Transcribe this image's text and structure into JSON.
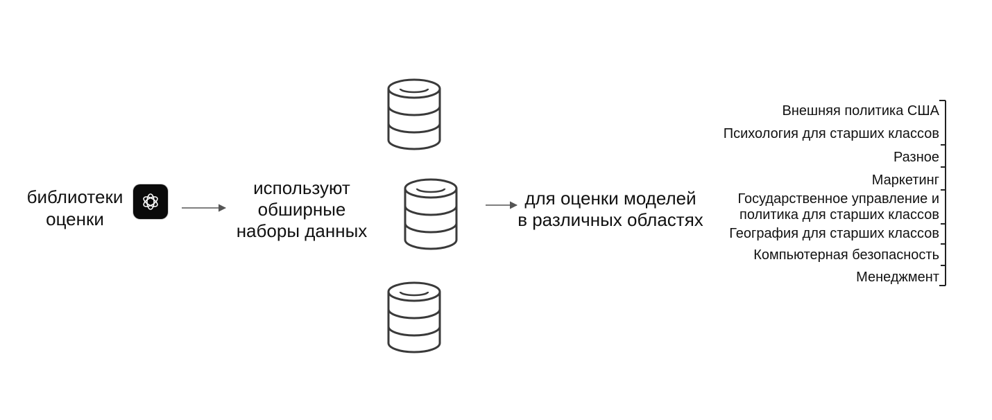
{
  "source": {
    "lines": [
      "библиотеки",
      "оценки"
    ],
    "logo_icon": "openai-logo-icon"
  },
  "middle": {
    "lines": [
      "используют",
      "обширные",
      "наборы данных"
    ],
    "database_icon": "database-icon",
    "database_count": 3
  },
  "output": {
    "lines": [
      "для оценки моделей",
      "в различных областях"
    ]
  },
  "domains": [
    {
      "lines": [
        "Внешняя политика США"
      ]
    },
    {
      "lines": [
        "Психология для старших классов"
      ]
    },
    {
      "lines": [
        "Разное"
      ]
    },
    {
      "lines": [
        "Маркетинг"
      ]
    },
    {
      "lines": [
        "Государственное управление и",
        "политика для старших классов"
      ]
    },
    {
      "lines": [
        "География для старших классов"
      ]
    },
    {
      "lines": [
        "Компьютерная безопасность"
      ]
    },
    {
      "lines": [
        "Менеджмент"
      ]
    }
  ],
  "colors": {
    "text": "#111111",
    "arrow": "#555555",
    "icon_stroke": "#3a3a3a",
    "logo_bg": "#0a0a0a"
  }
}
